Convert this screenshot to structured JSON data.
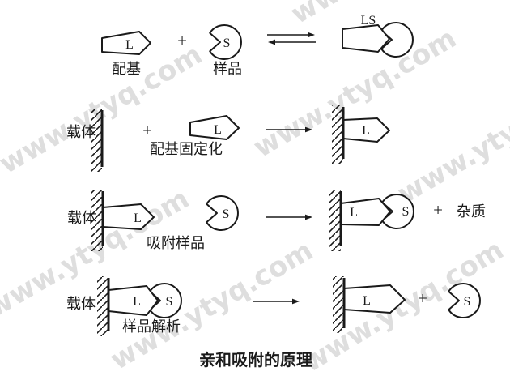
{
  "figure": {
    "caption": "亲和吸附的原理",
    "watermark_text": "www.ytyq.com"
  },
  "symbols": {
    "ligand": "L",
    "sample": "S",
    "plus": "+"
  },
  "steps": {
    "binding": {
      "ligand_label": "配基",
      "sample_label": "样品",
      "complex_label": "LS"
    },
    "immobilization": {
      "carrier_label": "载体",
      "process_label": "配基固定化"
    },
    "adsorption": {
      "carrier_label": "载体",
      "process_label": "吸附样品",
      "impurity_label": "杂质"
    },
    "elution": {
      "carrier_label": "载体",
      "process_label": "样品解析"
    }
  },
  "colors": {
    "ink": "#1a1a1a",
    "watermark": "#c9c9c9",
    "background": "#ffffff"
  }
}
